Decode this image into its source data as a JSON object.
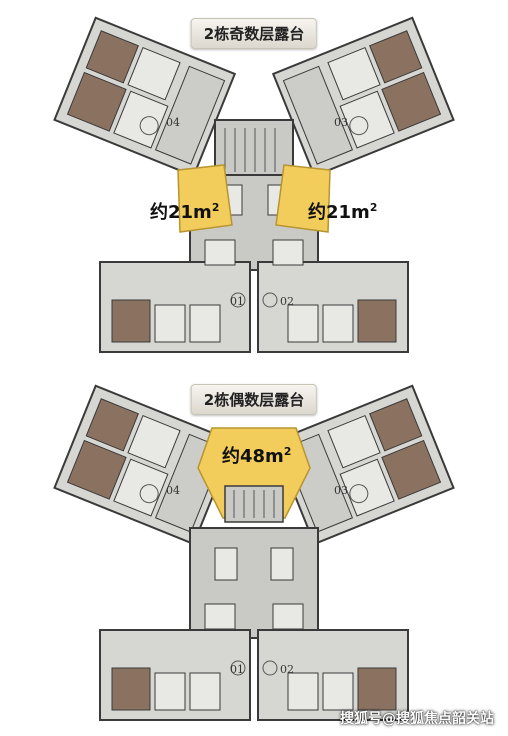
{
  "top_plan": {
    "title": "2栋奇数层露台",
    "terrace_left": "约21m",
    "terrace_right": "约21m",
    "units": [
      "04",
      "03",
      "01",
      "02"
    ]
  },
  "bottom_plan": {
    "title": "2栋偶数层露台",
    "terrace_center": "约48m",
    "units": [
      "04",
      "03",
      "01",
      "02"
    ]
  },
  "area_unit_sup": "2",
  "watermark": "搜狐号@搜狐焦点韶关站",
  "colors": {
    "terrace": "#f2cd5c",
    "floor": "#d6d6d2",
    "wall": "#3a3a3a",
    "wood": "#8a7160",
    "corridor": "#c9cac6"
  }
}
